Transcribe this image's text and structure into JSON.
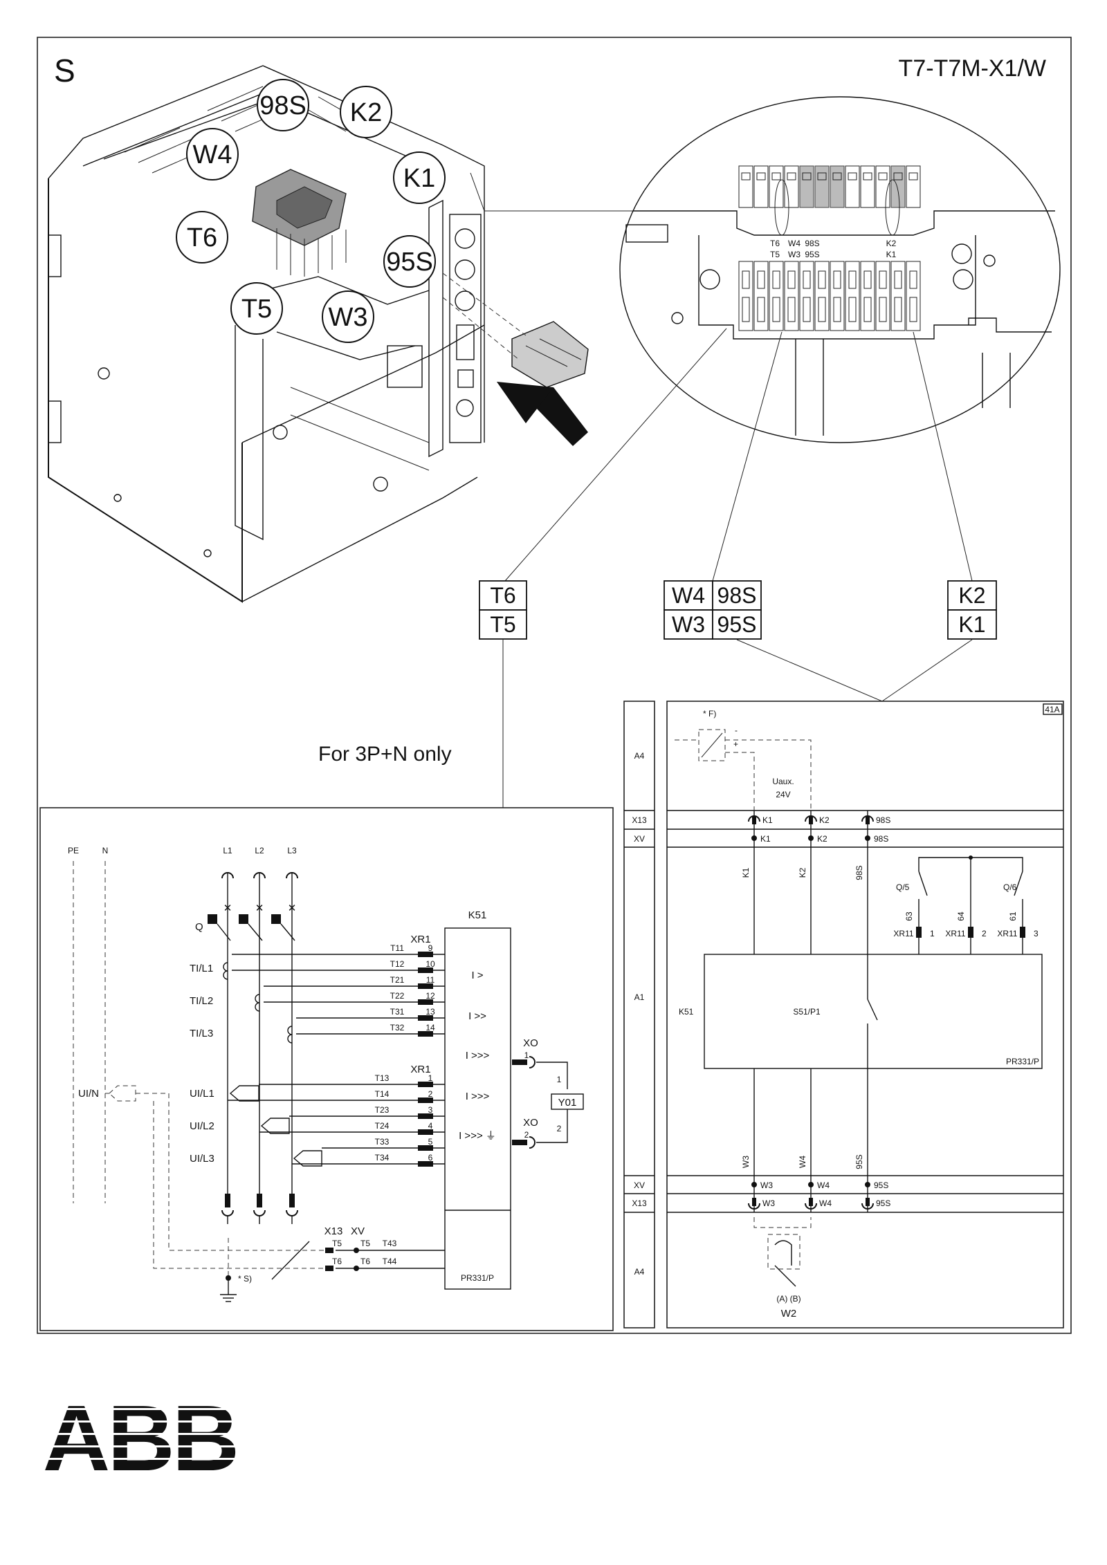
{
  "sheet": {
    "letter": "S",
    "code": "T7-T7M-X1/W",
    "note_3pn": "For 3P+N only",
    "brand": "ABB"
  },
  "bubbles": [
    "98S",
    "K2",
    "W4",
    "K1",
    "T6",
    "95S",
    "T5",
    "W3"
  ],
  "terminal_boxes": {
    "left": [
      "T6",
      "T5"
    ],
    "middle": [
      [
        "W4",
        "98S"
      ],
      [
        "W3",
        "95S"
      ]
    ],
    "right": [
      "K2",
      "K1"
    ]
  },
  "zoom_labels": {
    "row1": [
      "T6",
      "W4",
      "98S",
      "K2"
    ],
    "row2": [
      "T5",
      "W3",
      "95S",
      "K1"
    ]
  },
  "left_schematic": {
    "top_labels": [
      "PE",
      "N",
      "L1",
      "L2",
      "L3"
    ],
    "q": "Q",
    "k51": "K51",
    "ti": [
      "TI/L1",
      "TI/L2",
      "TI/L3"
    ],
    "ui": [
      "UI/L1",
      "UI/L2",
      "UI/L3"
    ],
    "uin": "UI/N",
    "xr1": "XR1",
    "t_upper": [
      "T11",
      "T12",
      "T21",
      "T22",
      "T31",
      "T32"
    ],
    "n_upper": [
      "9",
      "10",
      "11",
      "12",
      "13",
      "14"
    ],
    "t_lower": [
      "T13",
      "T14",
      "T23",
      "T24",
      "T33",
      "T34"
    ],
    "n_lower": [
      "1",
      "2",
      "3",
      "4",
      "5",
      "6"
    ],
    "xo": "XO",
    "xo1": "1",
    "xo2": "2",
    "y01": "Y01",
    "y1": "1",
    "y2": "2",
    "x13": "X13",
    "xv": "XV",
    "t5": "T5",
    "t6": "T6",
    "t43": "T43",
    "t44": "T44",
    "s_note": "* S)",
    "pr": "PR331/P",
    "sym": [
      "I >",
      "I >>",
      "I >>>",
      "I >>>",
      "I >>> ⏚"
    ]
  },
  "right_schematic": {
    "sheet_no": "41A",
    "zones": [
      "A4",
      "X13",
      "XV",
      "A1",
      "XV",
      "X13",
      "A4"
    ],
    "f_note": "* F)",
    "minus": "-",
    "plus": "+",
    "uaux": "Uaux.",
    "v24": "24V",
    "top_x13": [
      "K1",
      "K2",
      "98S"
    ],
    "top_xv": [
      "K1",
      "K2",
      "98S"
    ],
    "vtop": [
      "K1",
      "K2",
      "98S"
    ],
    "q5": "Q/5",
    "q6": "Q/6",
    "cnum": [
      "63",
      "64",
      "61"
    ],
    "xr11": [
      "XR11",
      "XR11",
      "XR11"
    ],
    "xr11n": [
      "1",
      "2",
      "3"
    ],
    "k51": "K51",
    "s51": "S51/P1",
    "pr": "PR331/P",
    "vbot": [
      "W3",
      "W4",
      "95S"
    ],
    "bot_xv": [
      "W3",
      "W4",
      "95S"
    ],
    "bot_x13": [
      "W3",
      "W4",
      "95S"
    ],
    "ab": "(A)  (B)",
    "w2": "W2"
  }
}
